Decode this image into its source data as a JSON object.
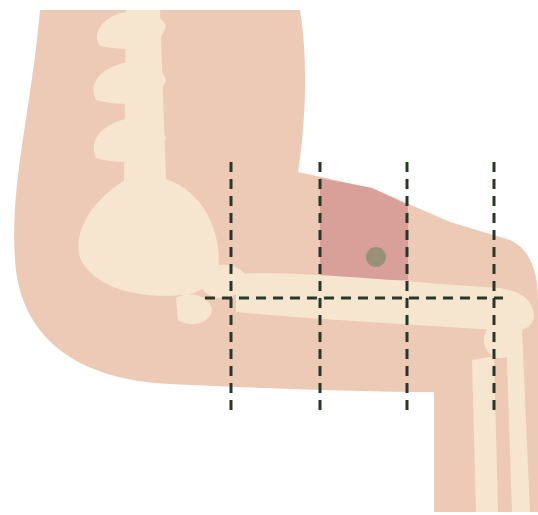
{
  "diagram": {
    "colors": {
      "background": "#ffffff",
      "skin": "#edcab5",
      "bone": "#f7e6cf",
      "highlight_quadrant": "#d99f99",
      "marker": "#9a9078",
      "grid_line": "#2a3628"
    },
    "grid": {
      "vertical_lines": 4,
      "horizontal_lines": 1,
      "line_style": "dashed"
    },
    "highlighted_cell": {
      "column": 2,
      "row": 1
    },
    "marker_shape": "dot"
  }
}
